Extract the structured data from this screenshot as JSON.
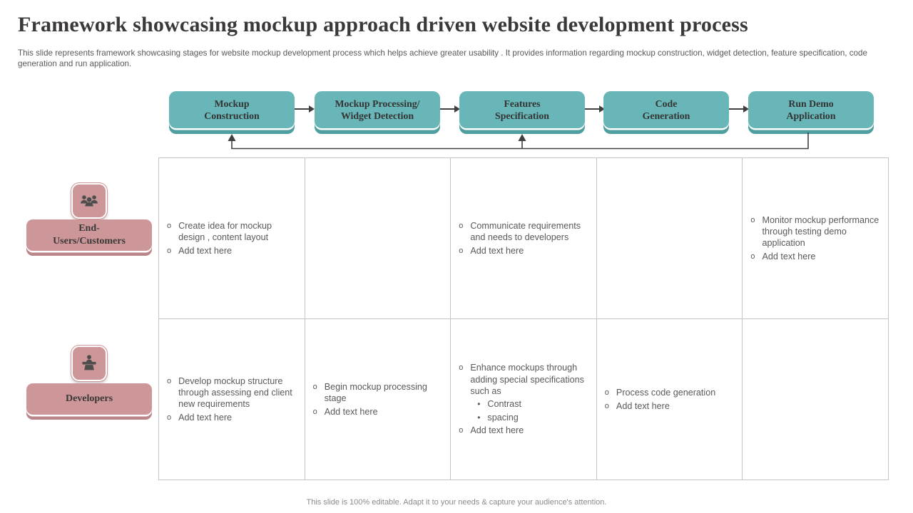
{
  "title": "Framework showcasing mockup approach driven website development process",
  "subtitle": "This slide represents framework showcasing stages for website mockup development process which helps achieve greater usability . It provides information regarding mockup construction, widget detection, feature specification, code generation and run application.",
  "footer": "This slide is 100% editable. Adapt it to your needs & capture your audience's attention.",
  "colors": {
    "teal": "#68b6b7",
    "teal_shadow": "#4f9fa1",
    "pink": "#cd9799",
    "pink_shadow": "#bb8689",
    "line": "#404040",
    "grid_border": "#c4c4c4"
  },
  "stages": [
    {
      "label": "Mockup\nConstruction"
    },
    {
      "label": "Mockup Processing/\nWidget Detection"
    },
    {
      "label": "Features\nSpecification"
    },
    {
      "label": "Code\nGeneration"
    },
    {
      "label": "Run Demo\nApplication"
    }
  ],
  "rows": [
    {
      "label": "End-\nUsers/Customers",
      "icon": "users-group-icon",
      "cells": [
        {
          "bullets": [
            {
              "text": "Create idea for mockup design , content layout"
            },
            {
              "text": "Add text here"
            }
          ]
        },
        {
          "bullets": []
        },
        {
          "bullets": [
            {
              "text": "Communicate requirements and needs to developers"
            },
            {
              "text": "Add text here"
            }
          ]
        },
        {
          "bullets": []
        },
        {
          "bullets": [
            {
              "text": "Monitor mockup performance through testing demo application"
            },
            {
              "text": "Add text here"
            }
          ]
        }
      ]
    },
    {
      "label": "Developers",
      "icon": "developer-desk-icon",
      "cells": [
        {
          "bullets": [
            {
              "text": "Develop mockup structure through assessing end client new requirements"
            },
            {
              "text": "Add text here"
            }
          ]
        },
        {
          "bullets": [
            {
              "text": "Begin mockup processing stage"
            },
            {
              "text": "Add text here"
            }
          ]
        },
        {
          "bullets": [
            {
              "text": "Enhance mockups through adding special specifications such as",
              "sub": [
                "Contrast",
                "spacing"
              ]
            },
            {
              "text": "Add text here"
            }
          ]
        },
        {
          "bullets": [
            {
              "text": "Process code generation"
            },
            {
              "text": "Add text here"
            }
          ]
        },
        {
          "bullets": []
        }
      ]
    }
  ]
}
